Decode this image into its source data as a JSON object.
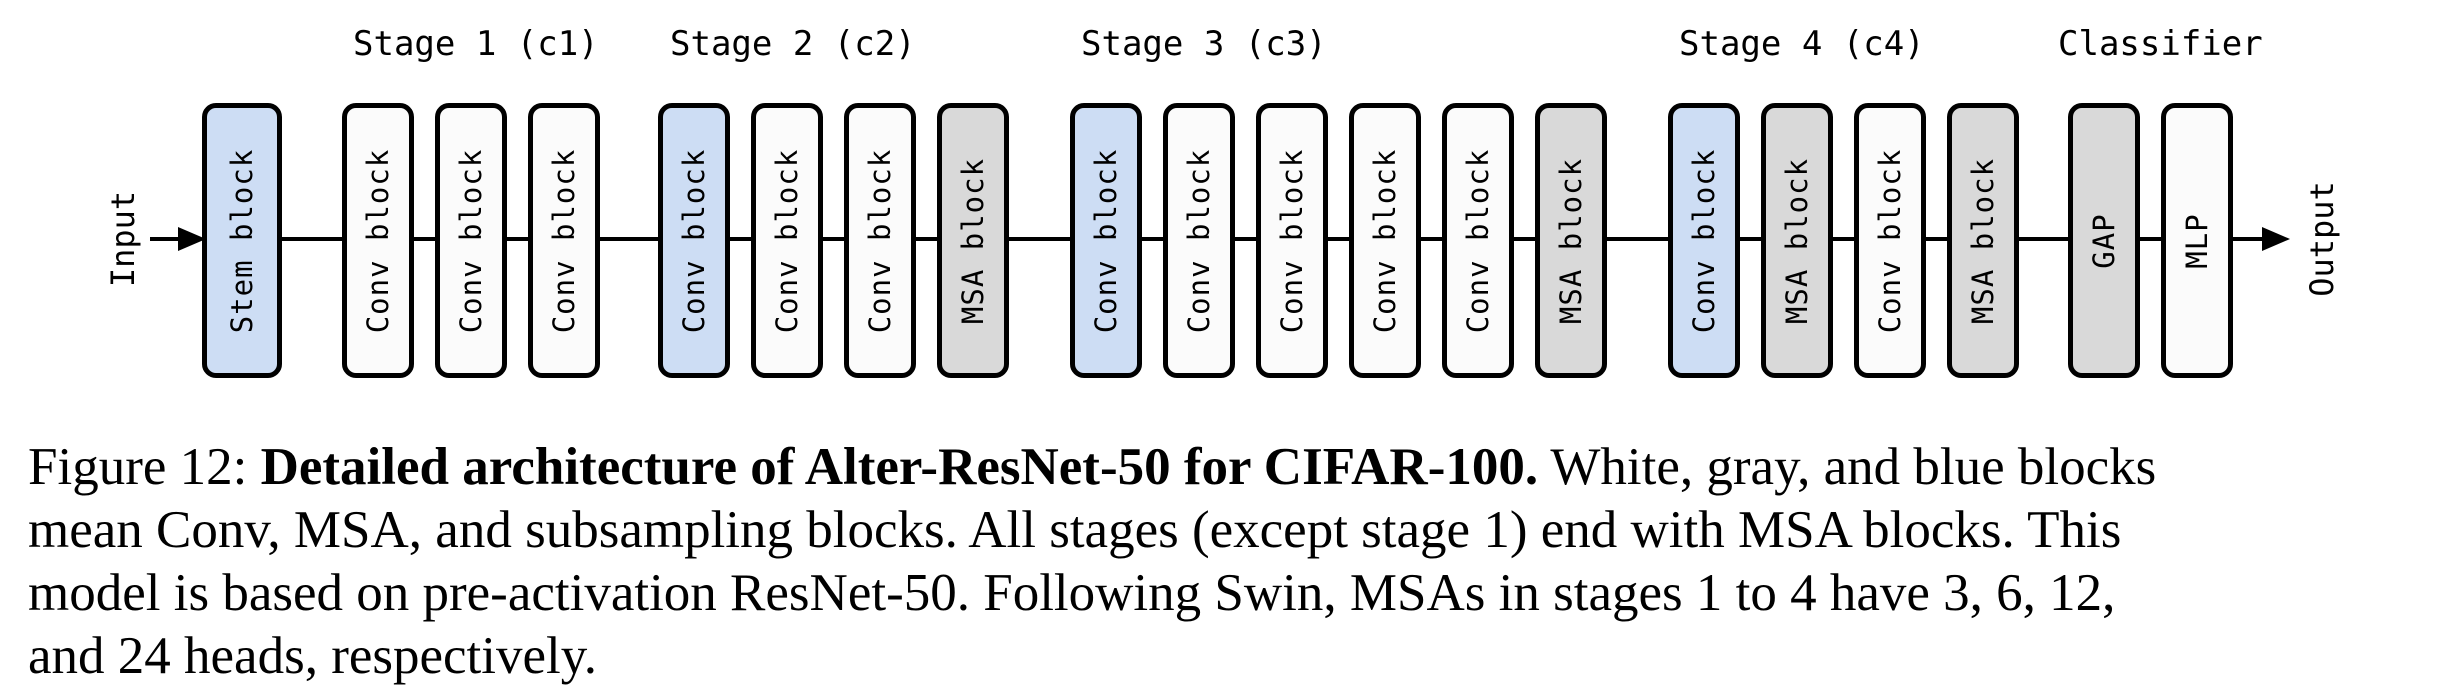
{
  "figure": {
    "stage_labels": [
      "Stage 1 (c1)",
      "Stage 2 (c2)",
      "Stage 3 (c3)",
      "Stage 4 (c4)",
      "Classifier"
    ],
    "io": {
      "input": "Input",
      "output": "Output"
    },
    "blocks": [
      {
        "label": "Stem block",
        "kind": "subsampling"
      },
      {
        "label": "Conv block",
        "kind": "conv"
      },
      {
        "label": "Conv block",
        "kind": "conv"
      },
      {
        "label": "Conv block",
        "kind": "conv"
      },
      {
        "label": "Conv block",
        "kind": "subsampling"
      },
      {
        "label": "Conv block",
        "kind": "conv"
      },
      {
        "label": "Conv block",
        "kind": "conv"
      },
      {
        "label": "MSA block",
        "kind": "msa"
      },
      {
        "label": "Conv block",
        "kind": "subsampling"
      },
      {
        "label": "Conv block",
        "kind": "conv"
      },
      {
        "label": "Conv block",
        "kind": "conv"
      },
      {
        "label": "Conv block",
        "kind": "conv"
      },
      {
        "label": "Conv block",
        "kind": "conv"
      },
      {
        "label": "MSA block",
        "kind": "msa"
      },
      {
        "label": "Conv block",
        "kind": "subsampling"
      },
      {
        "label": "MSA block",
        "kind": "msa"
      },
      {
        "label": "Conv block",
        "kind": "conv"
      },
      {
        "label": "MSA block",
        "kind": "msa"
      },
      {
        "label": "GAP",
        "kind": "msa"
      },
      {
        "label": "MLP",
        "kind": "conv"
      }
    ],
    "legend": {
      "white_means": "Conv",
      "gray_means": "MSA",
      "blue_means": "subsampling",
      "white_hex": "#fbfbfb",
      "gray_hex": "#d9d9d9",
      "blue_hex": "#cdddf4"
    }
  },
  "caption": {
    "label": "Figure 12: ",
    "title_bold": "Detailed architecture of Alter-ResNet-50 for CIFAR-100.",
    "line1_rest": " White, gray, and blue blocks",
    "line2": "mean Conv, MSA, and subsampling blocks. All stages (except stage 1) end with MSA blocks. This",
    "line3": "model is based on pre-activation ResNet-50. Following Swin, MSAs in stages 1 to 4 have 3, 6, 12,",
    "line4": "and 24 heads, respectively."
  }
}
